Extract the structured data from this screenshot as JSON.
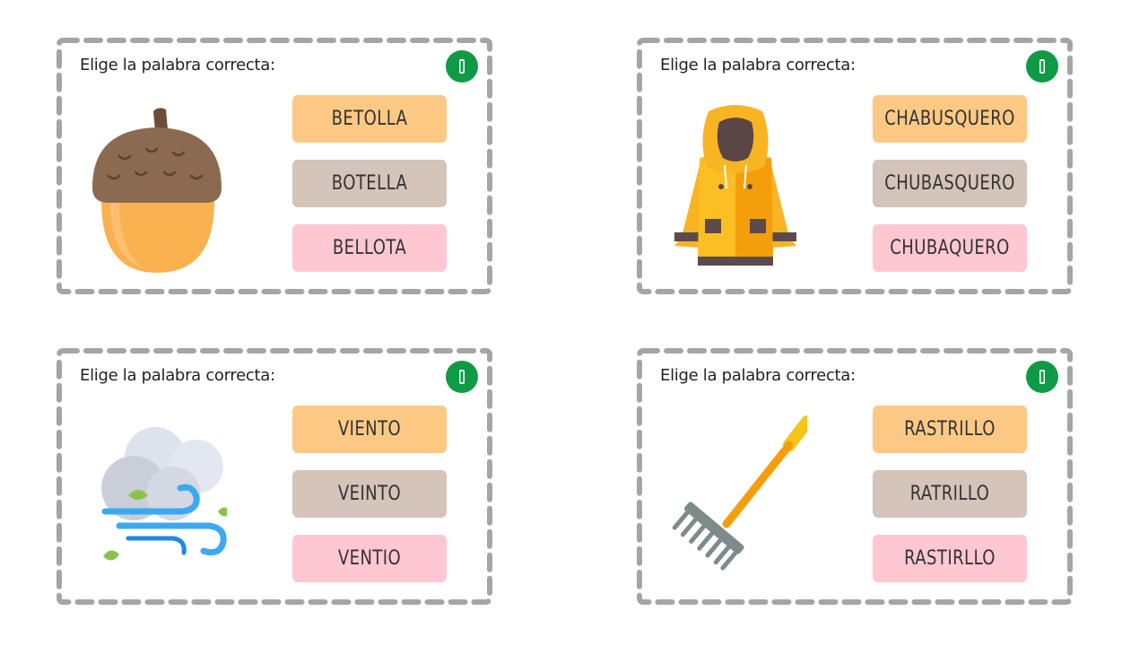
{
  "colors": {
    "option_1": "#fcc985",
    "option_2": "#d5c4ba",
    "option_3": "#ffc7d2",
    "frame": "#a5a5a5",
    "logo": "#0f9a46"
  },
  "cards": [
    {
      "prompt": "Elige la palabra correcta:",
      "image_icon": "acorn-icon",
      "options": [
        "BETOLLA",
        "BOTELLA",
        "BELLOTA"
      ]
    },
    {
      "prompt": "Elige la palabra correcta:",
      "image_icon": "raincoat-icon",
      "options": [
        "CHABUSQUERO",
        "CHUBASQUERO",
        "CHUBAQUERO"
      ]
    },
    {
      "prompt": "Elige la palabra correcta:",
      "image_icon": "wind-icon",
      "options": [
        "VIENTO",
        "VEINTO",
        "VENTIO"
      ]
    },
    {
      "prompt": "Elige la palabra correcta:",
      "image_icon": "rake-icon",
      "options": [
        "RASTRILLO",
        "RATRILLO",
        "RASTIRLLO"
      ]
    }
  ]
}
